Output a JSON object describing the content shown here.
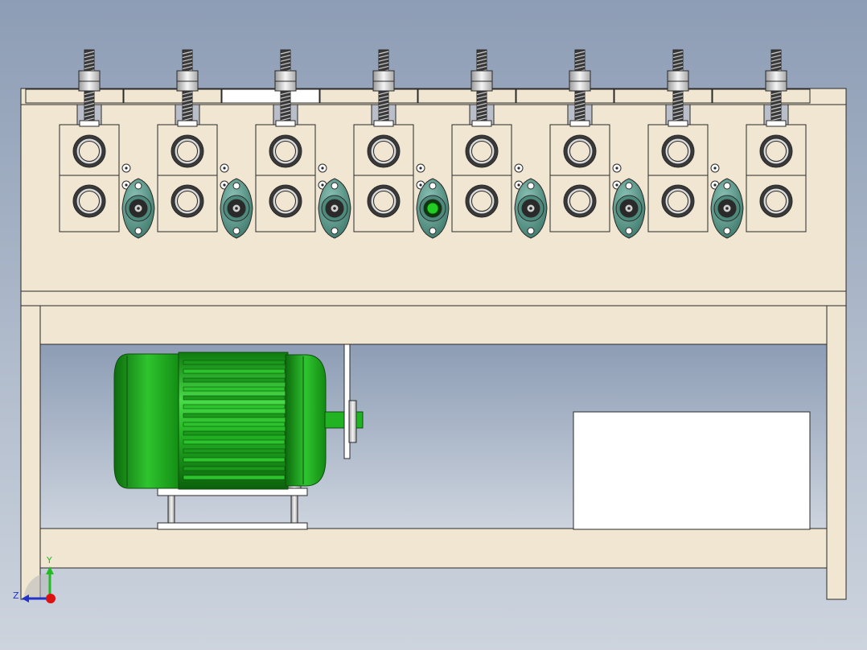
{
  "scene": {
    "roll_stations": 8,
    "bearing_units": 7,
    "highlighted_bearing": 3,
    "highlighted_top_slot": 2
  },
  "colors": {
    "bg_top": "#8d9db5",
    "bg_bottom": "#cdd4de",
    "frame": "#f0e6d2",
    "outline": "#2a2a2a",
    "steel": "#e2e2e2",
    "thread": "#3a3a3a",
    "bearing": "#5f9c8f",
    "bearing_highlight": "#22cc22",
    "motor_green": "#1fae1f",
    "motor_light": "#45d845",
    "motor_dark": "#0e6e0e",
    "white": "#ffffff"
  },
  "triad": {
    "y_label": "Y",
    "z_label": "Z",
    "y_color": "#22bb22",
    "z_color": "#2233cc",
    "x_color": "#dd1111"
  }
}
